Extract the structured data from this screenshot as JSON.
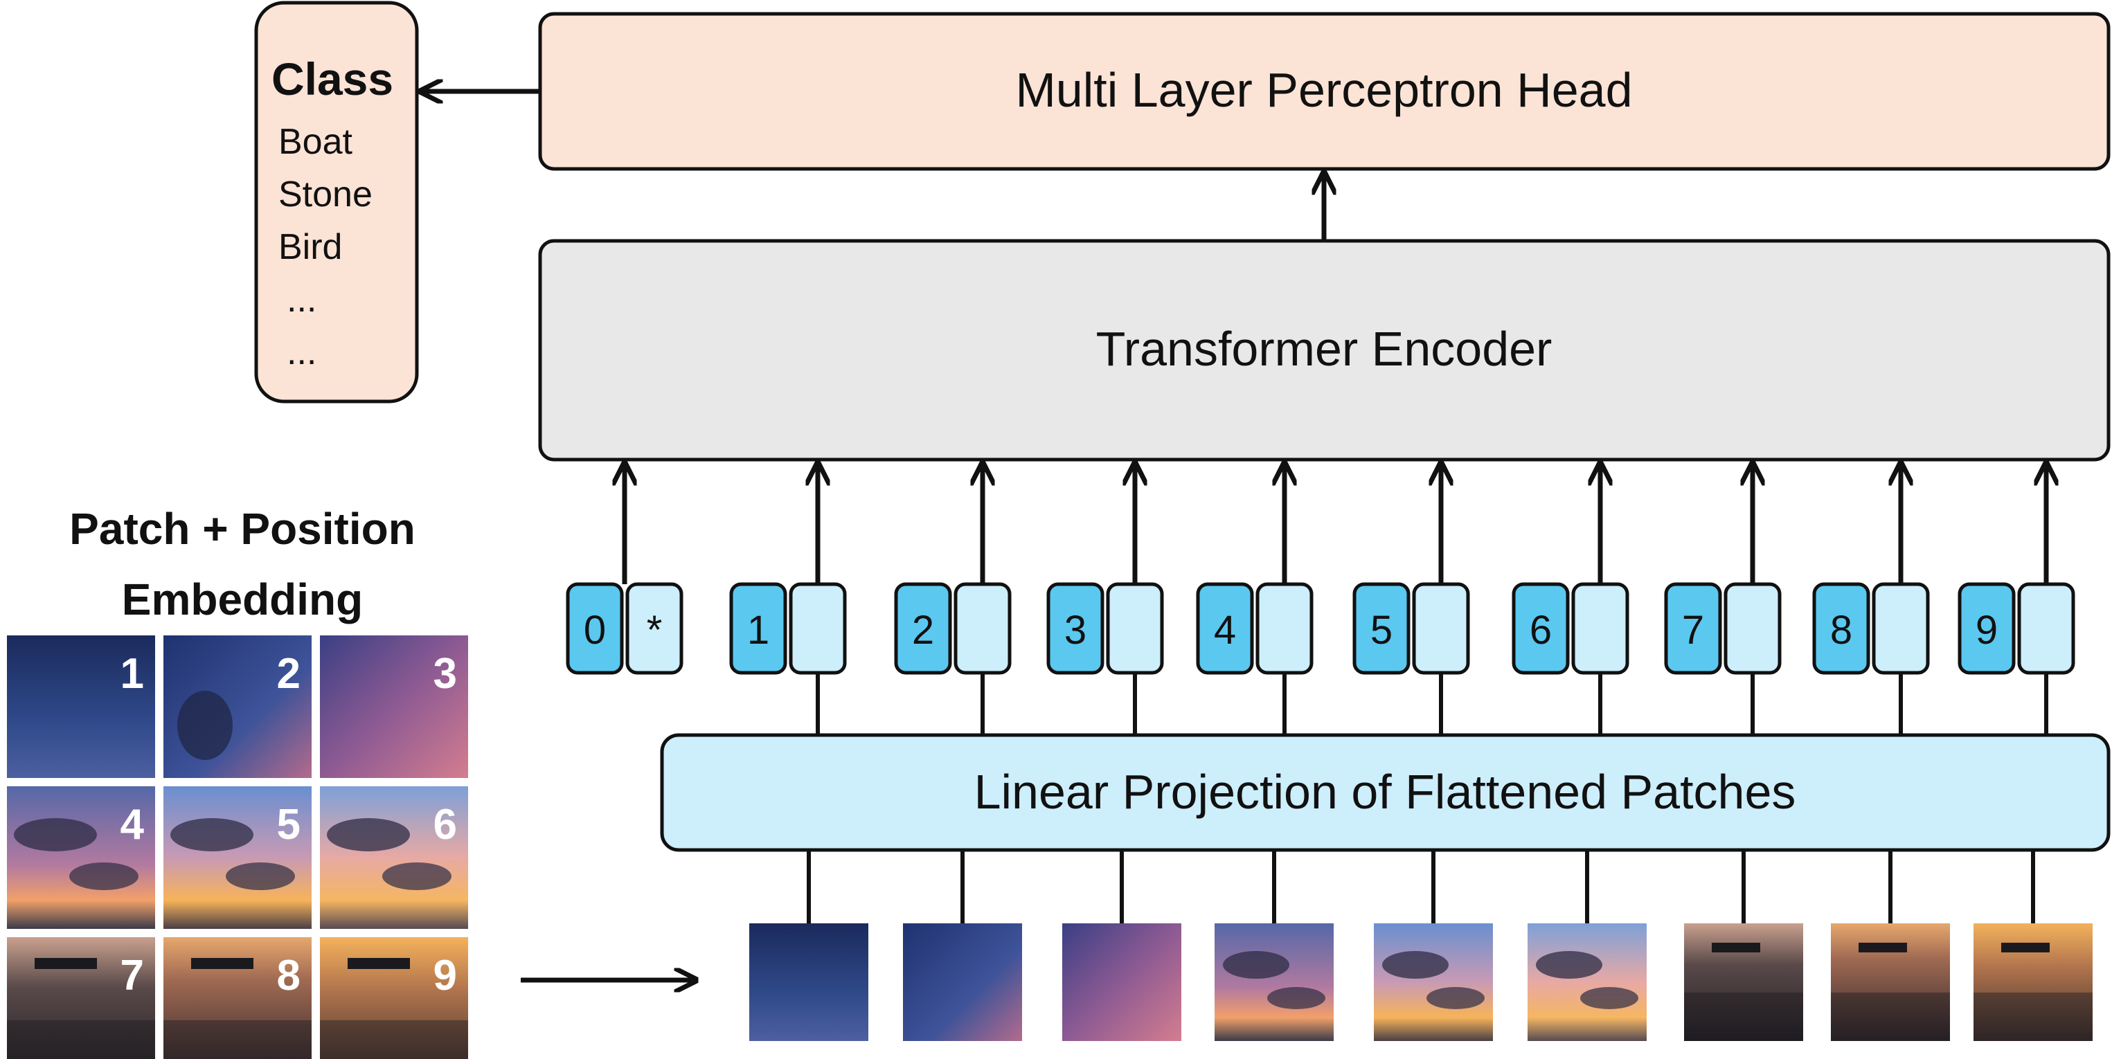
{
  "blocks": {
    "mlp_head": "Multi Layer Perceptron Head",
    "encoder": "Transformer Encoder",
    "projection": "Linear Projection of Flattened Patches"
  },
  "class_box": {
    "title": "Class",
    "items": [
      "Boat",
      "Stone",
      "Bird",
      "...",
      "..."
    ]
  },
  "patch_embedding": {
    "title_line1": "Patch + Position",
    "title_line2": "Embedding"
  },
  "tokens": [
    {
      "position": "0",
      "embedding": "*"
    },
    {
      "position": "1",
      "embedding": ""
    },
    {
      "position": "2",
      "embedding": ""
    },
    {
      "position": "3",
      "embedding": ""
    },
    {
      "position": "4",
      "embedding": ""
    },
    {
      "position": "5",
      "embedding": ""
    },
    {
      "position": "6",
      "embedding": ""
    },
    {
      "position": "7",
      "embedding": ""
    },
    {
      "position": "8",
      "embedding": ""
    },
    {
      "position": "9",
      "embedding": ""
    }
  ],
  "patch_numbers": [
    "1",
    "2",
    "3",
    "4",
    "5",
    "6",
    "7",
    "8",
    "9"
  ],
  "colors": {
    "mlp_fill": "#fbe3d6",
    "encoder_fill": "#e8e8e8",
    "projection_fill": "#cdeefb",
    "position_token_fill": "#5bc8f0",
    "embedding_token_fill": "#cdeefb",
    "stroke": "#111111"
  }
}
